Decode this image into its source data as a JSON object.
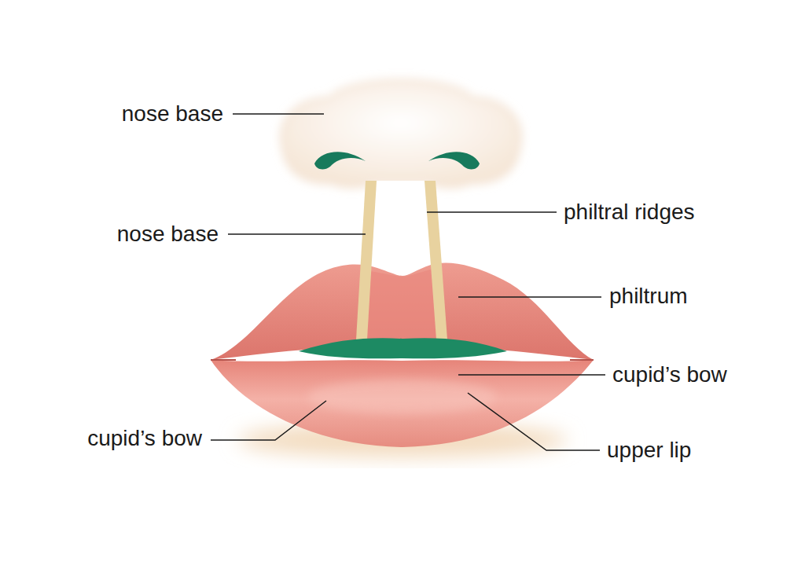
{
  "diagram": {
    "labels": [
      "nose base",
      "philtral ridges",
      "nose base",
      "philtrum",
      "cupid’s bow",
      "cupid’s bow",
      "upper lip"
    ]
  }
}
